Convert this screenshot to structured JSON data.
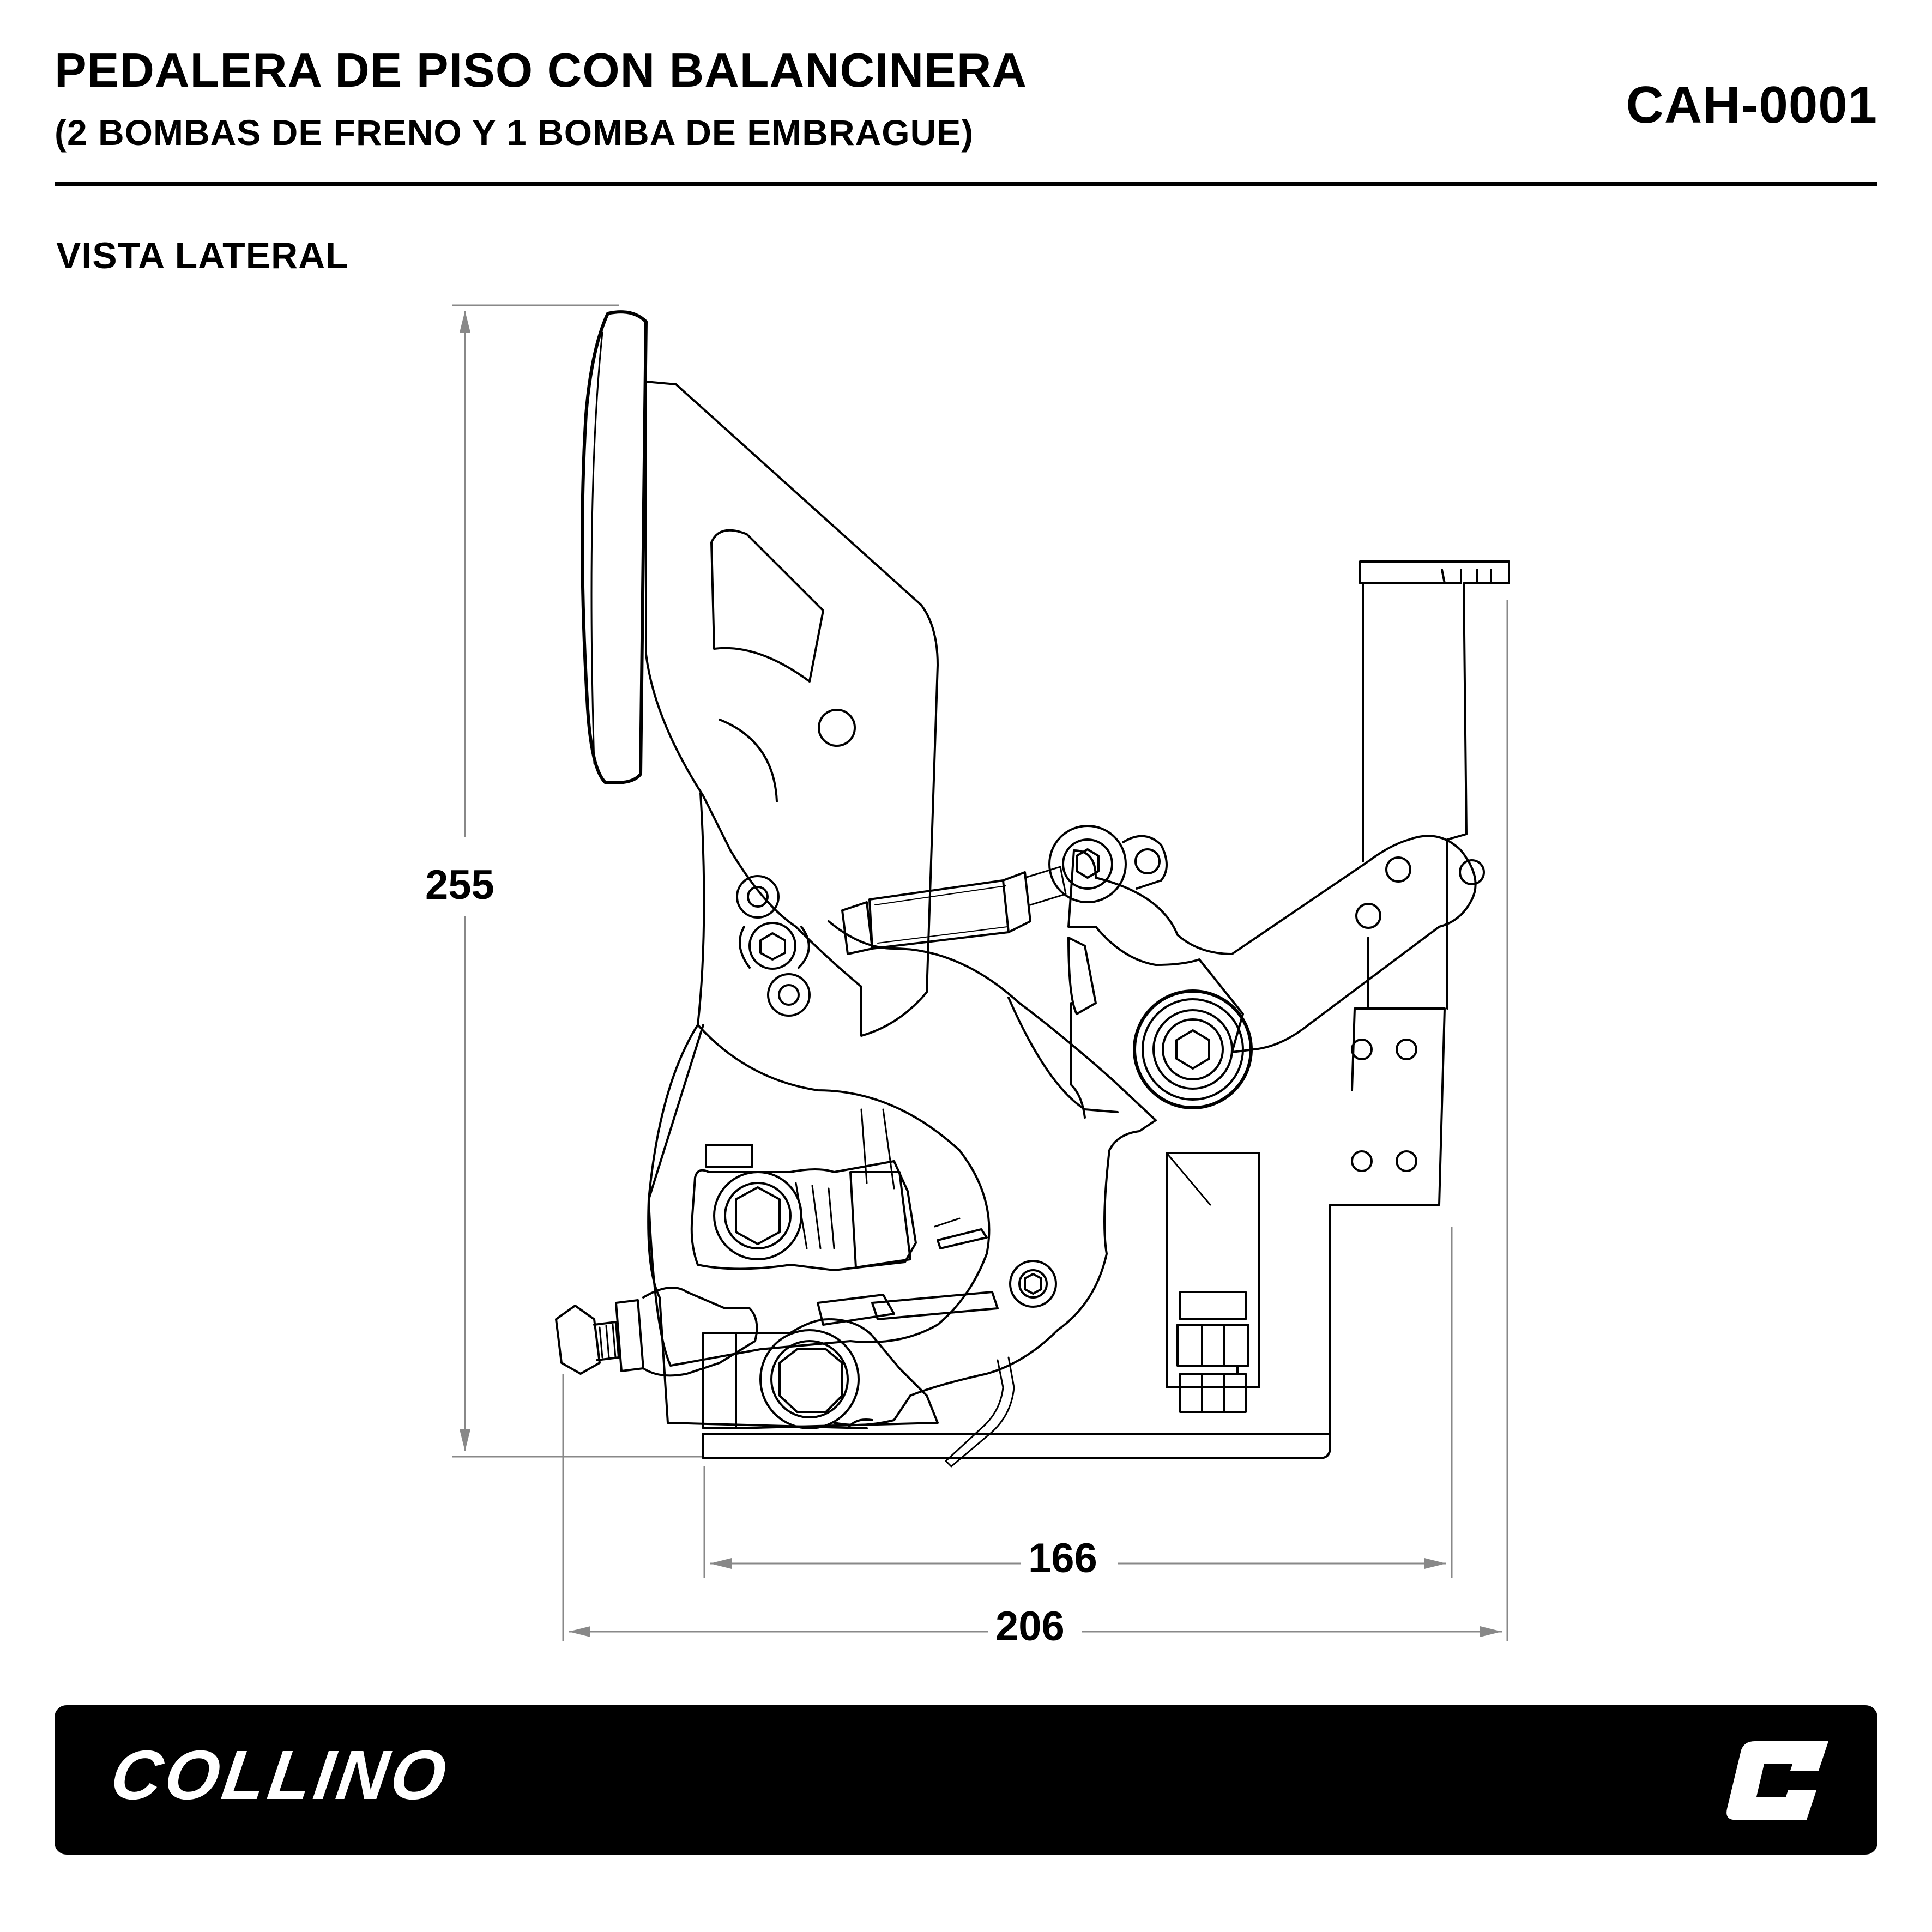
{
  "header": {
    "title": "PEDALERA DE PISO CON BALANCINERA",
    "subtitle": "(2 BOMBAS DE FRENO Y 1 BOMBA DE EMBRAGUE)",
    "code": "CAH-0001"
  },
  "view_label": "VISTA LATERAL",
  "dimensions": {
    "height": "255",
    "width_inner": "166",
    "width_total": "206"
  },
  "footer": {
    "brand": "COLLINO",
    "brand_mark_icon": "collino-c-logo-icon"
  }
}
